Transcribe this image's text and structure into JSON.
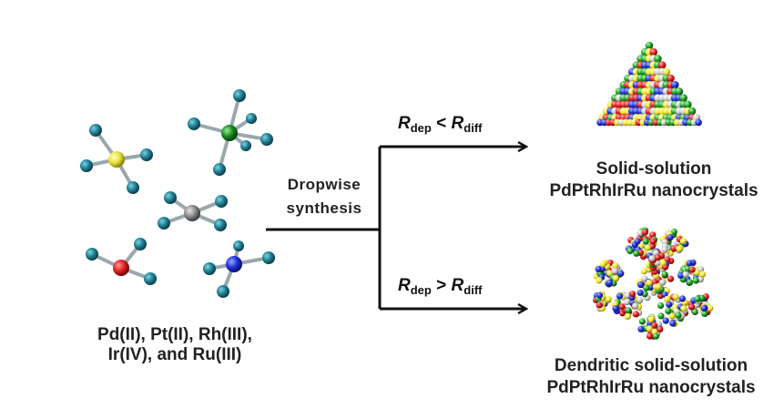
{
  "precursors": {
    "line1": "Pd(II), Pt(II), Rh(III),",
    "line2": "Ir(IV), and Ru(III)"
  },
  "process": {
    "line1": "Dropwise",
    "line2": "synthesis"
  },
  "upper_branch": {
    "rate_R1": "R",
    "rate_sub1": "dep",
    "rate_op": "<",
    "rate_R2": "R",
    "rate_sub2": "diff",
    "product_line1": "Solid-solution",
    "product_line2": "PdPtRhIrRu nanocrystals"
  },
  "lower_branch": {
    "rate_R1": "R",
    "rate_sub1": "dep",
    "rate_op": ">",
    "rate_R2": "R",
    "rate_sub2": "diff",
    "product_line1": "Dendritic solid-solution",
    "product_line2": "PdPtRhIrRu nanocrystals"
  },
  "colors": {
    "ligand": "#1f7f93",
    "pd_center": "#e8e23a",
    "pt_center": "#8a8a8a",
    "rh_center": "#e02020",
    "ir_center": "#1a8a22",
    "ru_center": "#1f2fd8",
    "arrow": "#111111"
  }
}
